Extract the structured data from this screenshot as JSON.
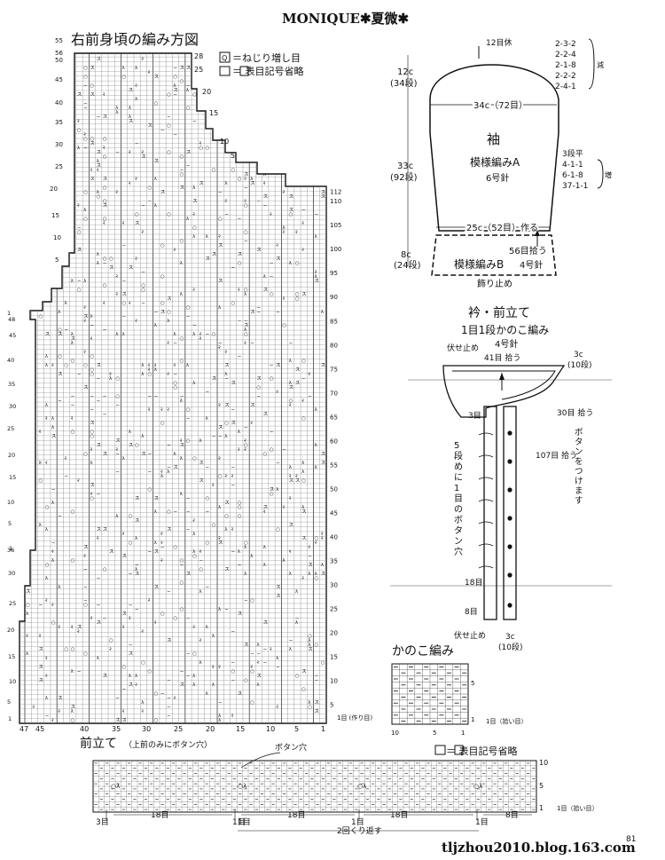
{
  "header": {
    "title": "MONIQUE✱夏微✱"
  },
  "front_chart": {
    "title": "右前身頃の編み方図",
    "legend_1": "＝ねじり増し目",
    "legend_2": "＝ 表目記号省略",
    "row_labels_left": [
      "5",
      "10",
      "15",
      "20",
      "25",
      "30",
      "35",
      "40",
      "45",
      "50",
      "55",
      "56"
    ],
    "row_labels_right": [
      "5",
      "10",
      "15",
      "20",
      "25",
      "30",
      "35",
      "40",
      "45",
      "50",
      "55",
      "60",
      "65",
      "70",
      "75",
      "80",
      "85",
      "90",
      "95",
      "100",
      "105",
      "110",
      "112"
    ],
    "stitch_labels_bottom": [
      "1",
      "5",
      "10",
      "15",
      "20",
      "25",
      "30",
      "35",
      "40",
      "45",
      "47"
    ],
    "cast_on_note": "1目 (作り目)",
    "left_edge_labels": [
      "1",
      "48",
      "45",
      "40",
      "35",
      "30",
      "25",
      "20",
      "15",
      "10",
      "5",
      "1",
      "36",
      "30",
      "25",
      "20",
      "15",
      "10",
      "5",
      "1"
    ],
    "top_step_labels": [
      "28",
      "25",
      "20",
      "15",
      "10",
      "5"
    ]
  },
  "sleeve": {
    "top_label": "12目休",
    "decrease_rows": [
      "2-3-2",
      "2-2-4",
      "2-1-8",
      "2-2-2",
      "2-4-1"
    ],
    "decrease_note": "減",
    "cap_height": "12c",
    "cap_rows": "(34段)",
    "width": "34c（72目）",
    "title": "袖",
    "pattern": "模様編みA",
    "needle": "6号針",
    "body_height": "33c",
    "body_rows": "(92段)",
    "increase_rows": [
      "3段平",
      "4-1-1",
      "6-1-8",
      "37-1-1"
    ],
    "increase_note": "増",
    "cuff_width": "25c（52目）作る",
    "pick_up": "56目拾う",
    "cuff_height": "8c",
    "cuff_rows": "(24段)",
    "cuff_pattern": "模様編みB",
    "cuff_needle": "4号針",
    "bind_off": "飾り止め"
  },
  "collar": {
    "title": "衿・前立て",
    "subtitle": "1目1段かのこ編み",
    "needle": "4号針",
    "bind_off_top": "伏せ止め",
    "pick_41": "41目 拾う",
    "w3c_top": "3c",
    "rows10_top": "(10段)",
    "pick_30": "30目 拾う",
    "label_3": "3目",
    "buttonhole_note": "5段めに1目のボタン穴",
    "button_note": "ボタンをつけます",
    "pick_107": "107目 拾う",
    "label_18": "18目",
    "label_8": "8目",
    "bind_off_bottom": "伏せ止め",
    "w3c_bottom": "3c",
    "rows10_bottom": "(10段)"
  },
  "kanoko": {
    "title": "かのこ編み",
    "note": "1目（拾い目）",
    "bottom_labels": [
      "10",
      "5",
      "1"
    ],
    "right_labels": [
      "5",
      "1"
    ]
  },
  "placket": {
    "title": "前立て",
    "title_note": "（上前のみにボタン穴）",
    "buttonhole": "ボタン穴",
    "legend": "＝ 表目記号省略",
    "segments": [
      "3目",
      "1目",
      "18目",
      "1目",
      "18目",
      "1目",
      "18目",
      "1目",
      "8目"
    ],
    "repeat_note": "2回くり返す",
    "right_labels": [
      "10",
      "5",
      "1"
    ],
    "pickup_note": "1目（拾い目）"
  },
  "footer": {
    "url": "tljzhou2010.blog.163.com",
    "page": "81"
  },
  "colors": {
    "ink": "#111111",
    "grid": "#555555",
    "paper": "#ffffff"
  }
}
